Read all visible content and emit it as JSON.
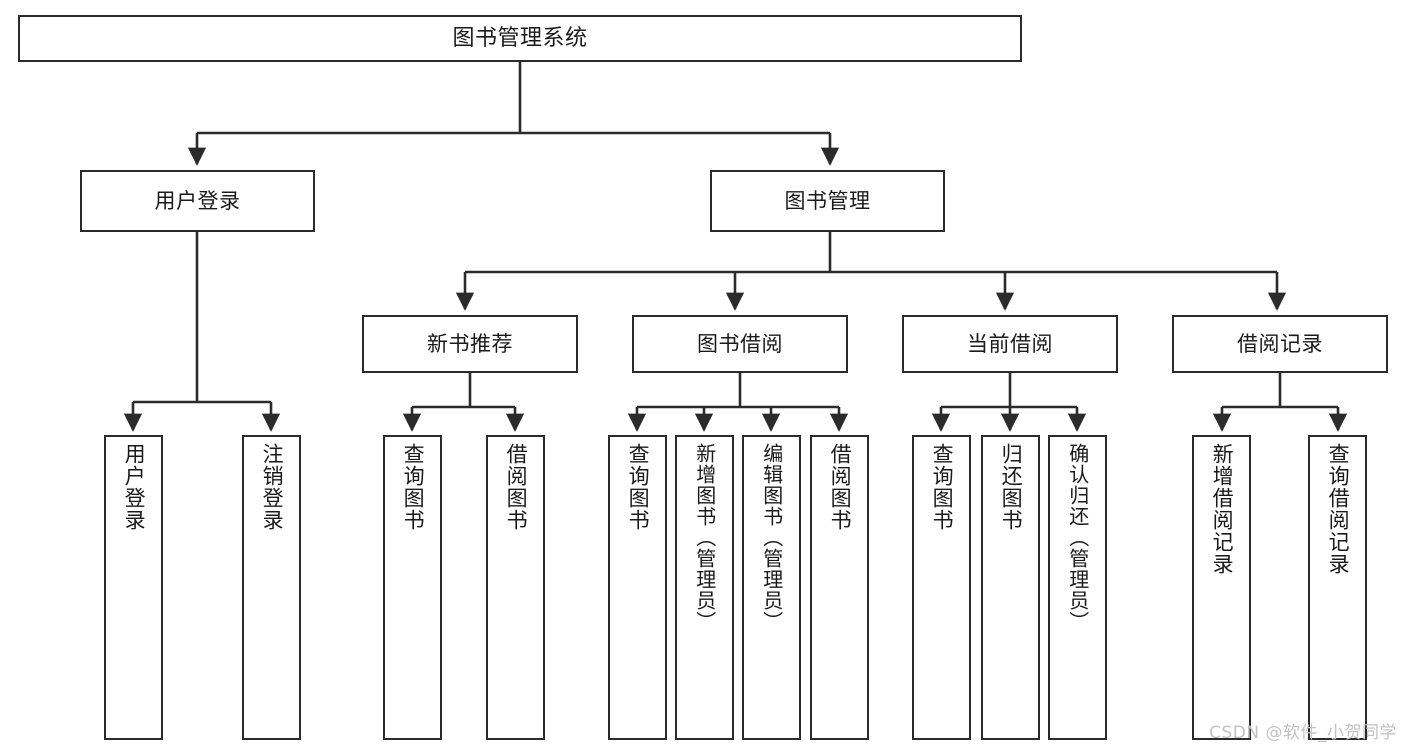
{
  "diagram": {
    "type": "tree",
    "title": "图书管理系统",
    "colors": {
      "stroke": "#2b2b2b",
      "fill": "#ffffff",
      "text": "#1a1a1a",
      "watermark": "#c2c2c2"
    },
    "root": {
      "label": "图书管理系统"
    },
    "level2": [
      {
        "label": "用户登录"
      },
      {
        "label": "图书管理"
      }
    ],
    "level3": [
      {
        "label": "新书推荐"
      },
      {
        "label": "图书借阅"
      },
      {
        "label": "当前借阅"
      },
      {
        "label": "借阅记录"
      }
    ],
    "leaves": [
      {
        "label": "用户登录"
      },
      {
        "label": "注销登录"
      },
      {
        "label": "查询图书"
      },
      {
        "label": "借阅图书"
      },
      {
        "label": "查询图书"
      },
      {
        "label": "新增图书（管理员）"
      },
      {
        "label": "编辑图书（管理员）"
      },
      {
        "label": "借阅图书"
      },
      {
        "label": "查询图书"
      },
      {
        "label": "归还图书"
      },
      {
        "label": "确认归还（管理员）"
      },
      {
        "label": "新增借阅记录"
      },
      {
        "label": "查询借阅记录"
      }
    ]
  },
  "watermark": {
    "text": "CSDN @软件_小贺同学"
  }
}
